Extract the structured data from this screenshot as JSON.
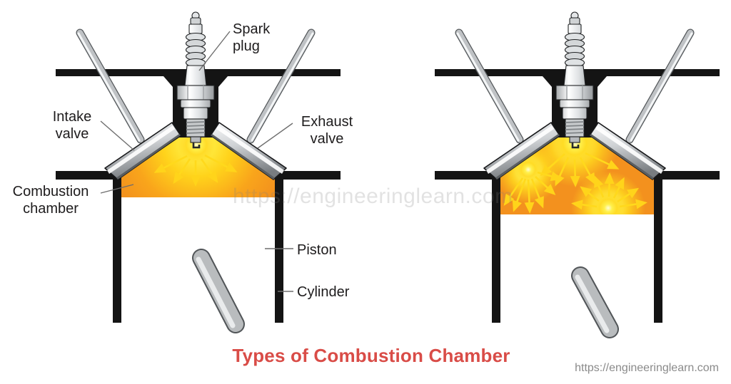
{
  "title": {
    "text": "Types of Combustion Chamber",
    "color": "#D94C47"
  },
  "watermark": {
    "text": "https://engineeringlearn.com"
  },
  "footer": {
    "url": "https://engineeringlearn.com"
  },
  "diagram": {
    "left_engine": {
      "labels": {
        "spark_plug": "Spark plug",
        "intake_valve": "Intake valve",
        "exhaust_valve": "Exhaust valve",
        "combustion_chamber": "Combustion chamber",
        "piston": "Piston",
        "cylinder": "Cylinder"
      }
    },
    "right_engine": {
      "labels": {}
    },
    "colors": {
      "flame_orange": "#F3911E",
      "flame_yellow": "#FFD91C",
      "engine_black": "#141414",
      "metal_gray": "#C3C6C9",
      "label_text": "#1E1C1D",
      "watermark_gray": "#808080",
      "url_gray": "#8A8A8A"
    }
  }
}
